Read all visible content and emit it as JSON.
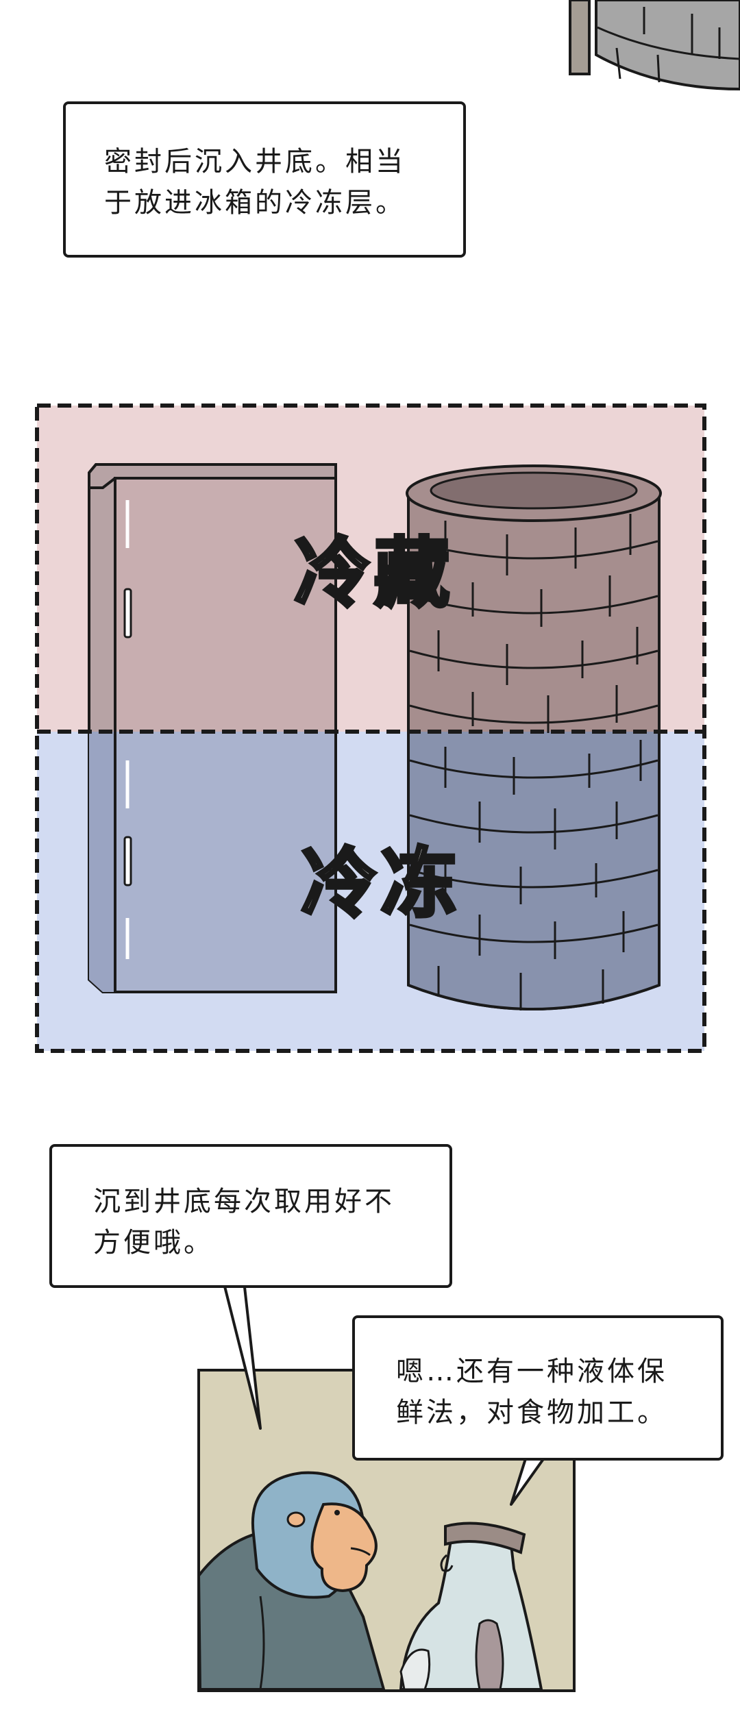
{
  "caption1": {
    "line1": "密封后沉入井底。相当",
    "line2": "于放进冰箱的冷冻层。"
  },
  "diagram": {
    "upper_label": "冷藏",
    "lower_label": "冷冻"
  },
  "bubble1": {
    "line1": "沉到井底每次取用好不",
    "line2": "方便哦。"
  },
  "bubble2": {
    "line1": "嗯…还有一种液体保",
    "line2": "鲜法，对食物加工。"
  },
  "colors": {
    "upper_zone": "#ecd5d6",
    "lower_zone": "#d2dbf2",
    "panel_bg": "#d8d2b8"
  }
}
